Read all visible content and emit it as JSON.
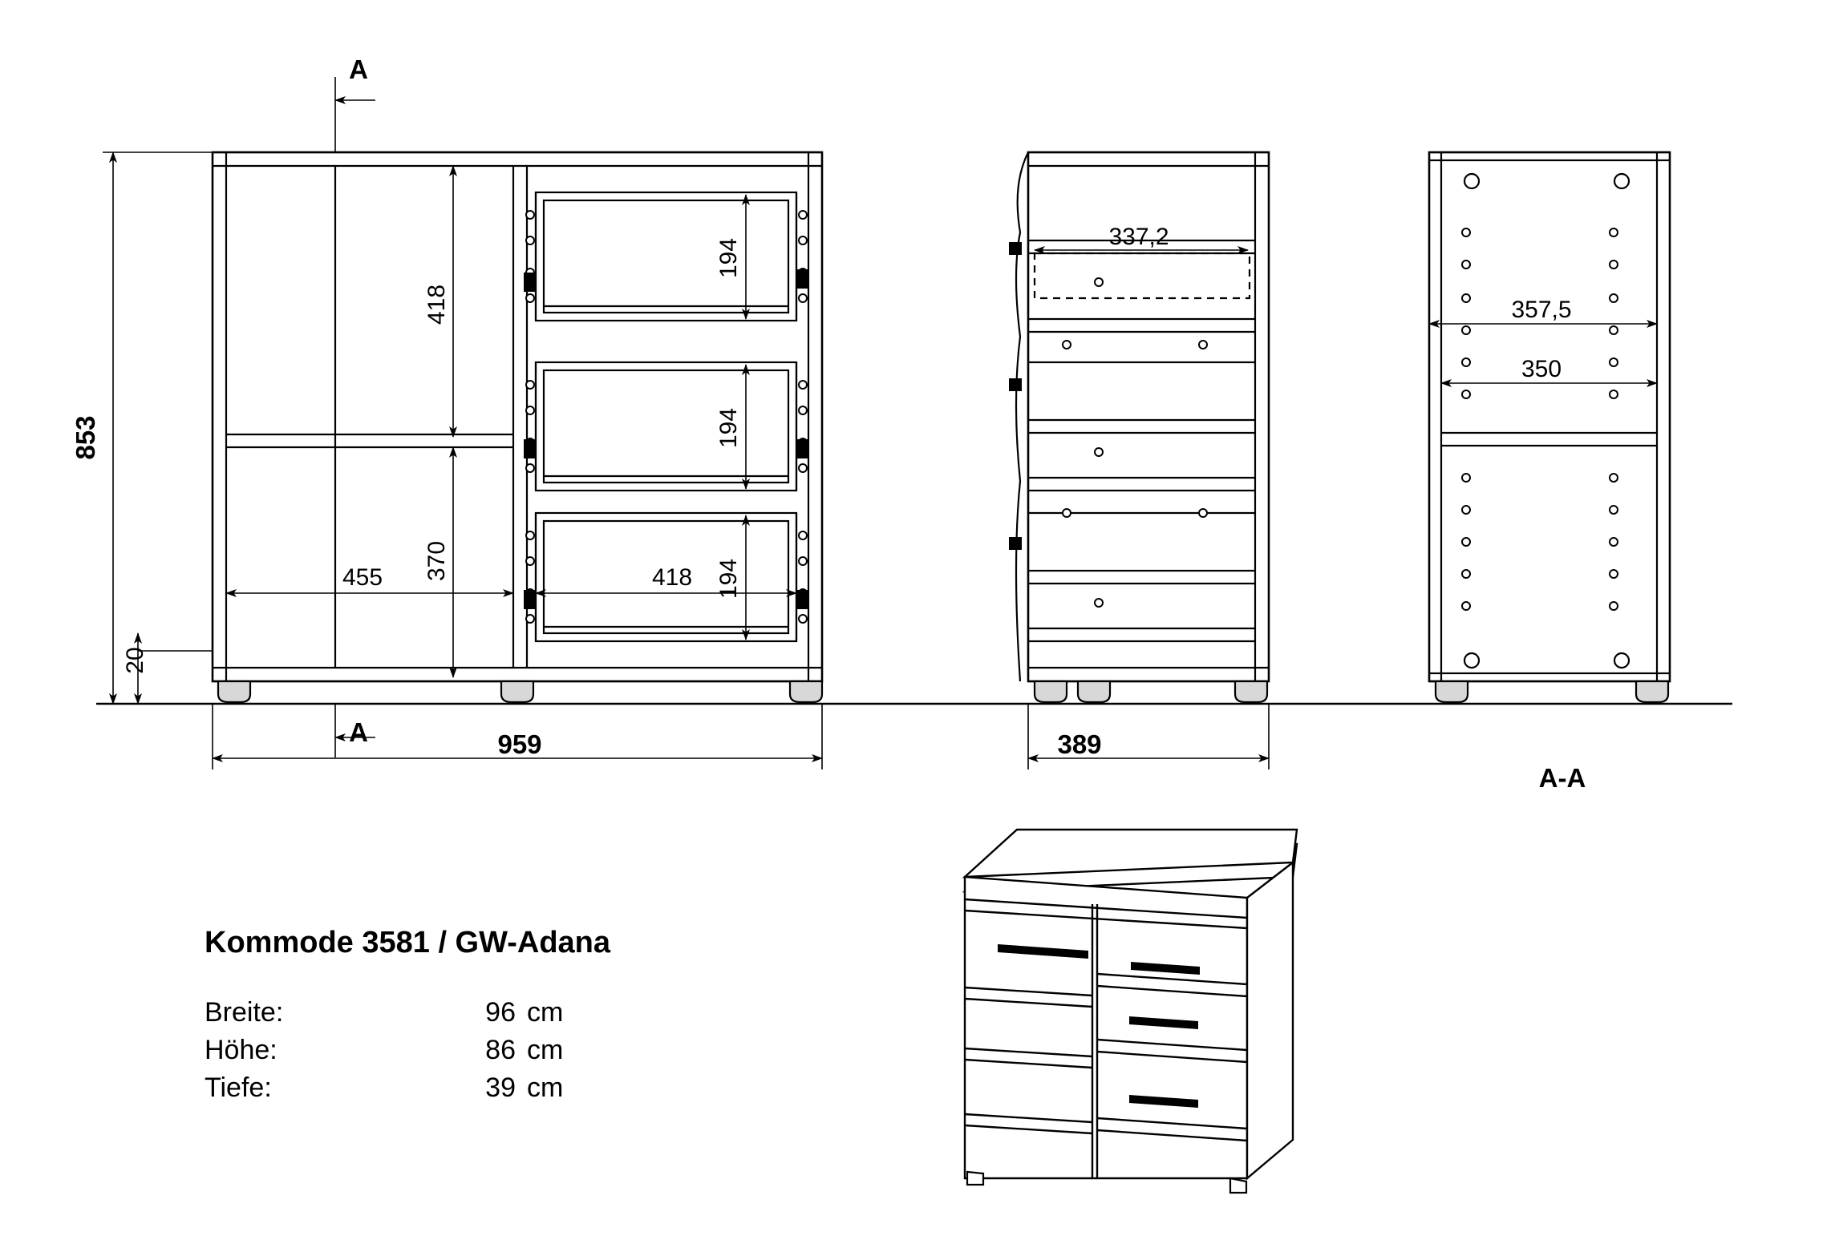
{
  "sheet": {
    "background_color": "#ffffff",
    "line_color": "#000000"
  },
  "title_block": {
    "title": "Kommode 3581 / GW-Adana",
    "specs": [
      {
        "label": "Breite:",
        "value": "96",
        "unit": "cm"
      },
      {
        "label": "Höhe:",
        "value": "86",
        "unit": "cm"
      },
      {
        "label": "Tiefe:",
        "value": "39",
        "unit": "cm"
      }
    ]
  },
  "views": {
    "front": {
      "name": "front-elevation",
      "section_marker_top": "A",
      "section_marker_bottom": "A",
      "dimensions": {
        "total_height": "853",
        "plinth_height": "20",
        "shelf_height": "418",
        "lower_compartment": "370",
        "door_width": "455",
        "drawer_width": "418",
        "drawer_height_top": "194",
        "drawer_height_mid": "194",
        "drawer_height_bottom": "194",
        "total_width": "959"
      }
    },
    "side": {
      "name": "side-elevation",
      "dimensions": {
        "drawer_depth": "337,2",
        "total_depth": "389"
      }
    },
    "section": {
      "name": "section-a-a",
      "label": "A-A",
      "dimensions": {
        "inner_width_upper": "357,5",
        "shelf_width": "350"
      }
    },
    "perspective": {
      "name": "perspective-view",
      "description": "Kommode 3D"
    }
  },
  "chart_data": {
    "type": "table",
    "title": "Kommode 3581 / GW-Adana",
    "categories": [
      "Breite",
      "Höhe",
      "Tiefe"
    ],
    "values": [
      96,
      86,
      39
    ],
    "unit": "cm",
    "mm_dimensions": {
      "total_width": 959,
      "total_height": 853,
      "total_depth": 389,
      "plinth_height": 20,
      "door_width": 455,
      "drawer_width": 418,
      "drawer_height": 194,
      "shelf_height": 418,
      "lower_compartment": 370,
      "drawer_depth": 337.2,
      "inner_width_upper": 357.5,
      "shelf_width": 350
    }
  }
}
